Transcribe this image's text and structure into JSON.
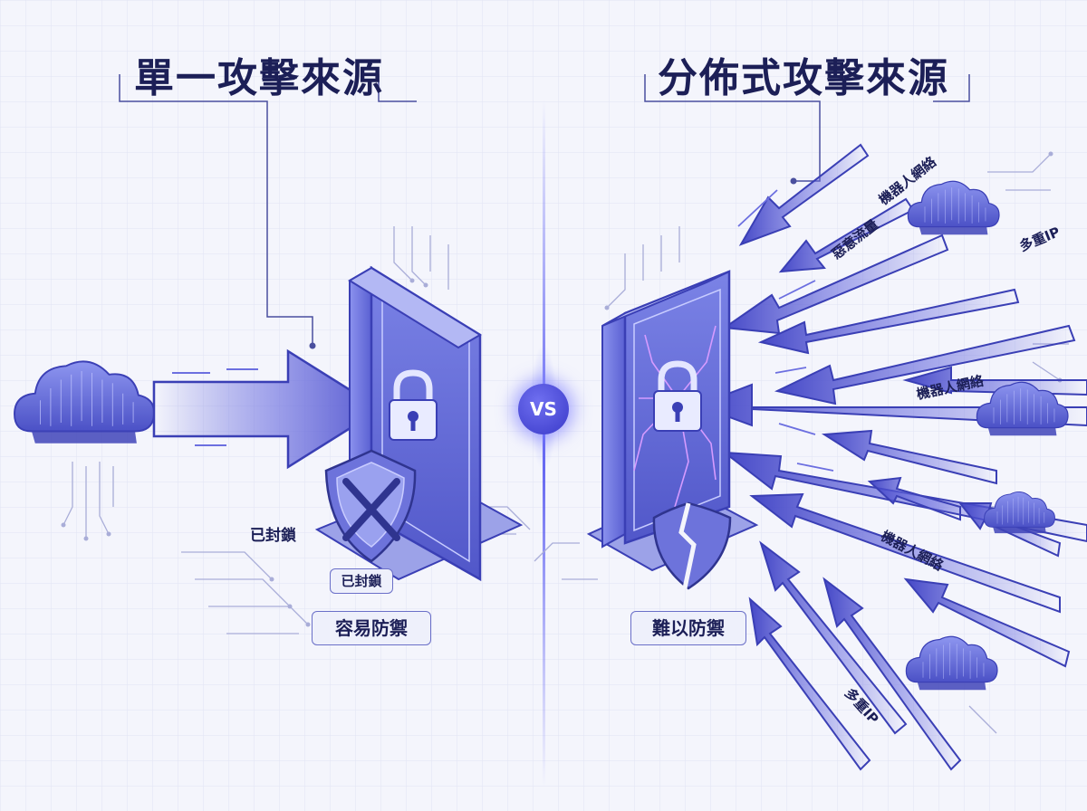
{
  "left": {
    "title": "單一攻擊來源",
    "status_label": "已封鎖",
    "shield_label": "已封鎖",
    "result_label": "容易防禦"
  },
  "right": {
    "title": "分佈式攻擊來源",
    "result_label": "難以防禦",
    "arrow_labels": [
      "機器人網絡",
      "惡意流量",
      "多重IP",
      "機器人網絡",
      "機器人網絡",
      "多重IP"
    ]
  },
  "divider": {
    "vs_label": "VS"
  },
  "colors": {
    "accent": "#5558d6",
    "accent_dark": "#2f2f9e",
    "title_text": "#1c1f57",
    "background": "#f4f5fc"
  },
  "icons": [
    "cloud-icon",
    "padlock-icon",
    "shield-icon",
    "broken-shield-icon",
    "arrow-icon"
  ]
}
